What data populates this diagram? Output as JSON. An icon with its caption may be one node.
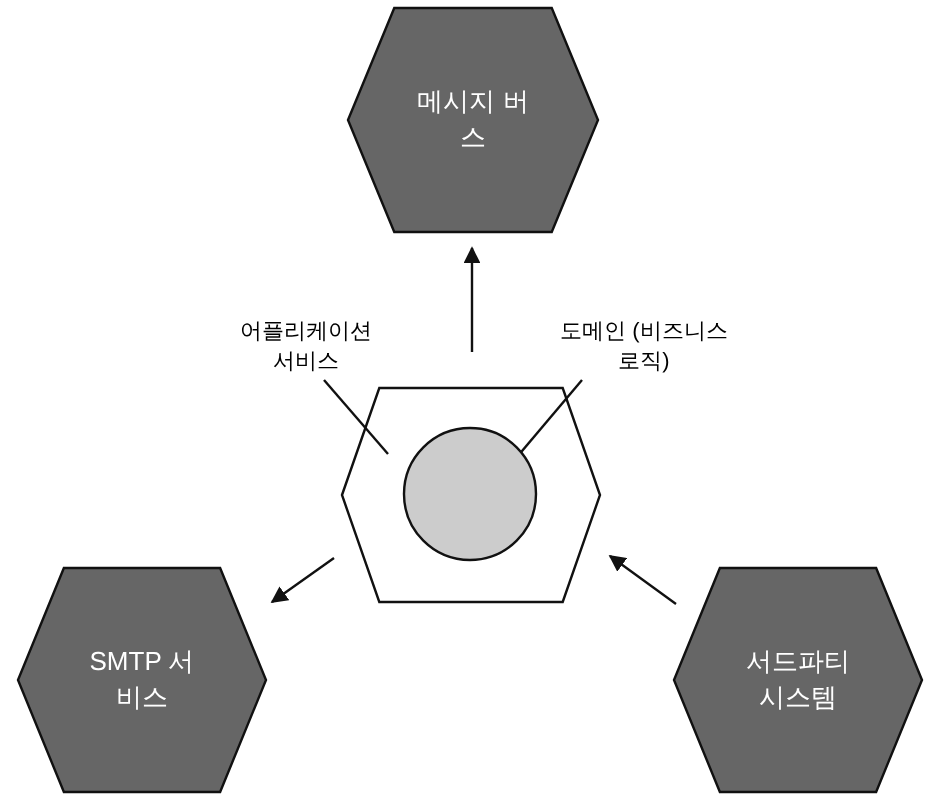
{
  "diagram": {
    "nodes": [
      {
        "text": [
          "메시지 버스"
        ]
      },
      {
        "text": [],
        "shape": "hexagon"
      },
      {
        "text": [],
        "shape": "circle",
        "in": 1
      },
      {
        "text": [
          "어플리케이션 서비스"
        ]
      },
      {
        "text": [
          "도메인 (비즈니스 로직)"
        ]
      },
      {
        "text": [
          "SMTP 서비스"
        ]
      },
      {
        "text": [
          "서드파티 시스템"
        ]
      }
    ],
    "edges": [
      {
        "from": 1,
        "to": 0,
        "arrow": "to"
      },
      {
        "from": 1,
        "to": 5,
        "arrow": "to"
      },
      {
        "from": 6,
        "to": 1,
        "arrow": "to"
      },
      {
        "from": 3,
        "to": 1,
        "arrow": "none"
      },
      {
        "from": 4,
        "to": 2,
        "arrow": "none"
      }
    ]
  }
}
